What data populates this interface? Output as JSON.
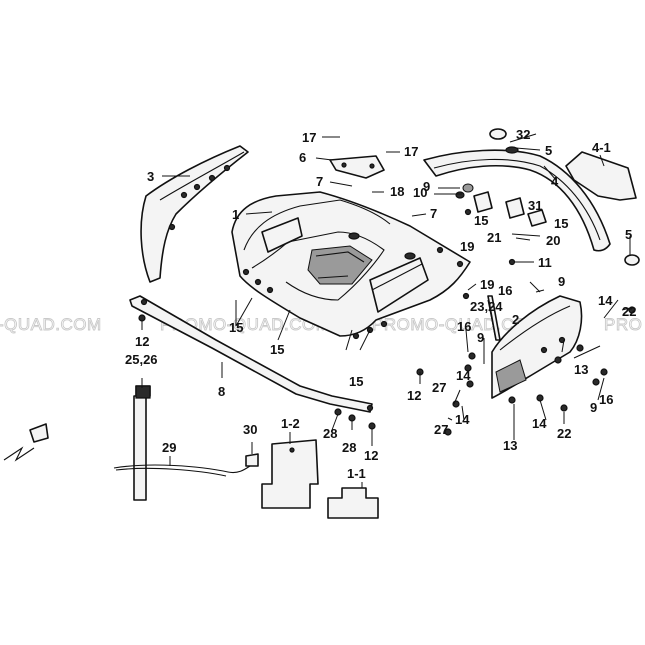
{
  "watermark": {
    "left": "-QUAD.COM",
    "center1": "PROMO-QUAD.COM",
    "center2": "PROMO-QUAD.COM",
    "right": "PRO"
  },
  "callouts": {
    "c17a": "17",
    "c17b": "17",
    "c6": "6",
    "c7a": "7",
    "c7b": "7",
    "c18": "18",
    "c3": "3",
    "c1": "1",
    "c9a": "9",
    "c10": "10",
    "c19a": "19",
    "c15a": "15",
    "c21": "21",
    "c31": "31",
    "c15b": "15",
    "c20": "20",
    "c11": "11",
    "c32": "32",
    "c5a": "5",
    "c4": "4",
    "c41": "4-1",
    "c5b": "5",
    "c19b": "19",
    "c16a": "16",
    "c9b": "9",
    "c2324": "23,24",
    "c2": "2",
    "c14a": "14",
    "c22a": "22",
    "c15c": "15",
    "c15d": "15",
    "c12a": "12",
    "c15e": "15",
    "c16b": "16",
    "c9c": "9",
    "c13a": "13",
    "c12b": "12",
    "c27a": "27",
    "c14b": "14",
    "c9d": "9",
    "c16c": "16",
    "c2526": "25,26",
    "c8": "8",
    "c28a": "28",
    "c28b": "28",
    "c12c": "12",
    "c14c": "14",
    "c22b": "22",
    "c13b": "13",
    "c27b": "27",
    "c14d": "14",
    "c30": "30",
    "c12x": "1-2",
    "c29": "29",
    "c11x": "1-1"
  }
}
